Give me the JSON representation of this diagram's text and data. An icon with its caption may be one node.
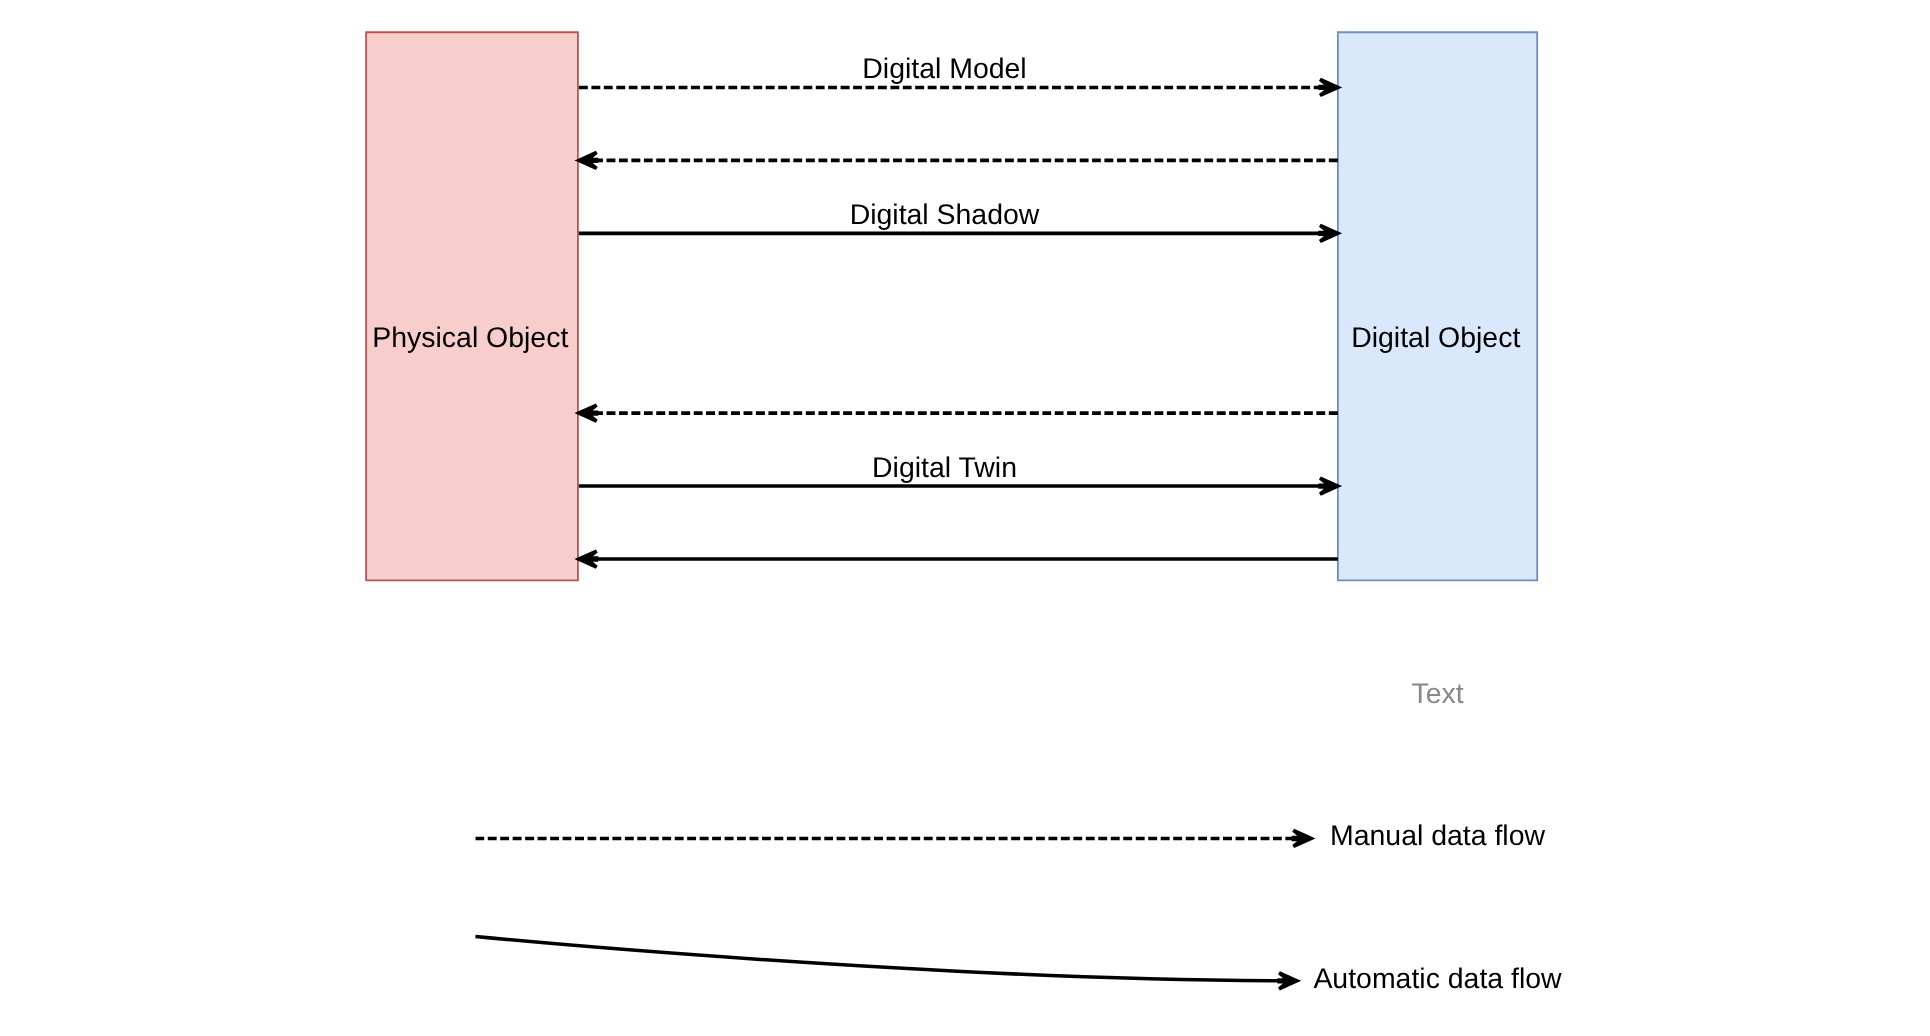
{
  "diagram": {
    "nodes": [
      {
        "text": [
          "Physical Object"
        ]
      },
      {
        "text": [
          "Digital Object"
        ]
      }
    ],
    "edges": [
      {
        "from": 0,
        "to": 1,
        "arrow": "to",
        "style": "dashed",
        "label": "Digital Model"
      },
      {
        "from": 1,
        "to": 0,
        "arrow": "to",
        "style": "dashed"
      },
      {
        "from": 0,
        "to": 1,
        "arrow": "to",
        "label": "Digital Shadow"
      },
      {
        "from": 1,
        "to": 0,
        "arrow": "to",
        "style": "dashed"
      },
      {
        "from": 0,
        "to": 1,
        "arrow": "to",
        "label": "Digital Twin"
      },
      {
        "from": 1,
        "to": 0,
        "arrow": "to"
      }
    ],
    "labels": [
      "Text"
    ],
    "legend": [
      {
        "text": "Manual data flow"
      },
      {
        "text": "Automatic data flow"
      }
    ]
  }
}
